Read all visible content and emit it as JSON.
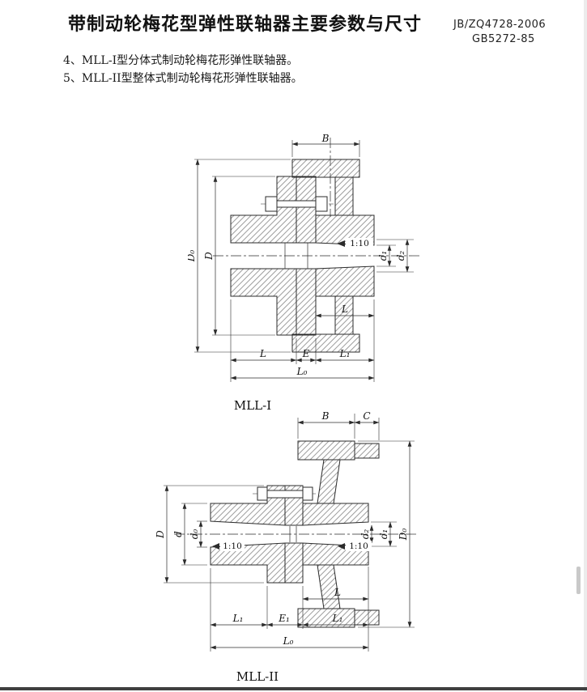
{
  "page": {
    "title": "带制动轮梅花型弹性联轴器主要参数与尺寸",
    "standards": {
      "line1": "JB/ZQ4728-2006",
      "line2": "GB5272-85"
    },
    "notes": {
      "note_4": "4、MLL-I型分体式制动轮梅花形弹性联轴器。",
      "note_5": "5、MLL-II型整体式制动轮梅花形弹性联轴器。"
    }
  },
  "figure1": {
    "caption": "MLL-I",
    "dims": {
      "B": "B",
      "D0": "D₀",
      "D": "D",
      "d1": "d₁",
      "d2": "d₂",
      "taper": "1:10",
      "L_hub": "L",
      "L": "L",
      "E": "E",
      "L1": "L₁",
      "L0": "L₀"
    }
  },
  "figure2": {
    "caption": "MLL-II",
    "dims": {
      "B": "B",
      "C": "C",
      "D": "D",
      "d": "d",
      "d0": "d₀",
      "d2": "d₂",
      "d1": "d₁",
      "D0": "D₀",
      "taper_left": "1:10",
      "taper_right": "1:10",
      "L_hub": "L",
      "L1_left": "L₁",
      "E1": "E₁",
      "L1_right": "L₁",
      "L0": "L₀"
    }
  },
  "style": {
    "paper": "#ffffff",
    "line": "#2b2b2b"
  }
}
